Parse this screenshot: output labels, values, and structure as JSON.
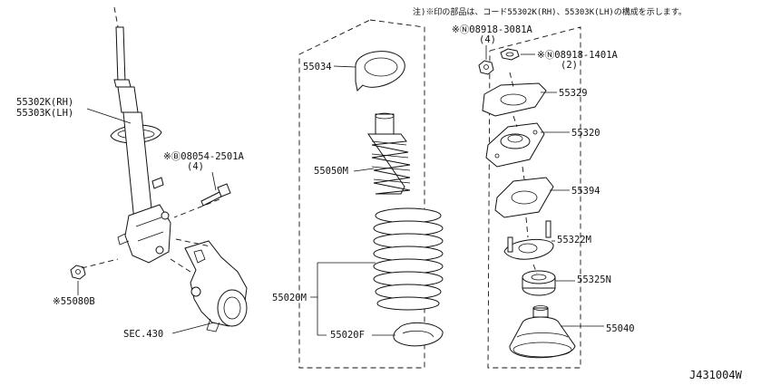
{
  "note": "注)※印の部品は、コード55302K(RH)、55303K(LH)の構成を示します。",
  "diagram_code": "J431004W",
  "labels": {
    "strut_rh": "55302K(RH)",
    "strut_lh": "55303K(LH)",
    "bolt": "※Ⓑ08054-2501A",
    "bolt_qty": "(4)",
    "nut_left": "※55080B",
    "sec": "SEC.430",
    "p55034": "55034",
    "p55050m": "55050M",
    "p55020m": "55020M",
    "p55020f": "55020F",
    "nut1": "※Ⓝ08918-3081A",
    "nut1_qty": "(4)",
    "nut2": "※Ⓝ08918-1401A",
    "nut2_qty": "(2)",
    "p55329": "55329",
    "p55320": "55320",
    "p55394": "55394",
    "p55322m": "55322M",
    "p55325n": "55325N",
    "p55040": "55040"
  }
}
